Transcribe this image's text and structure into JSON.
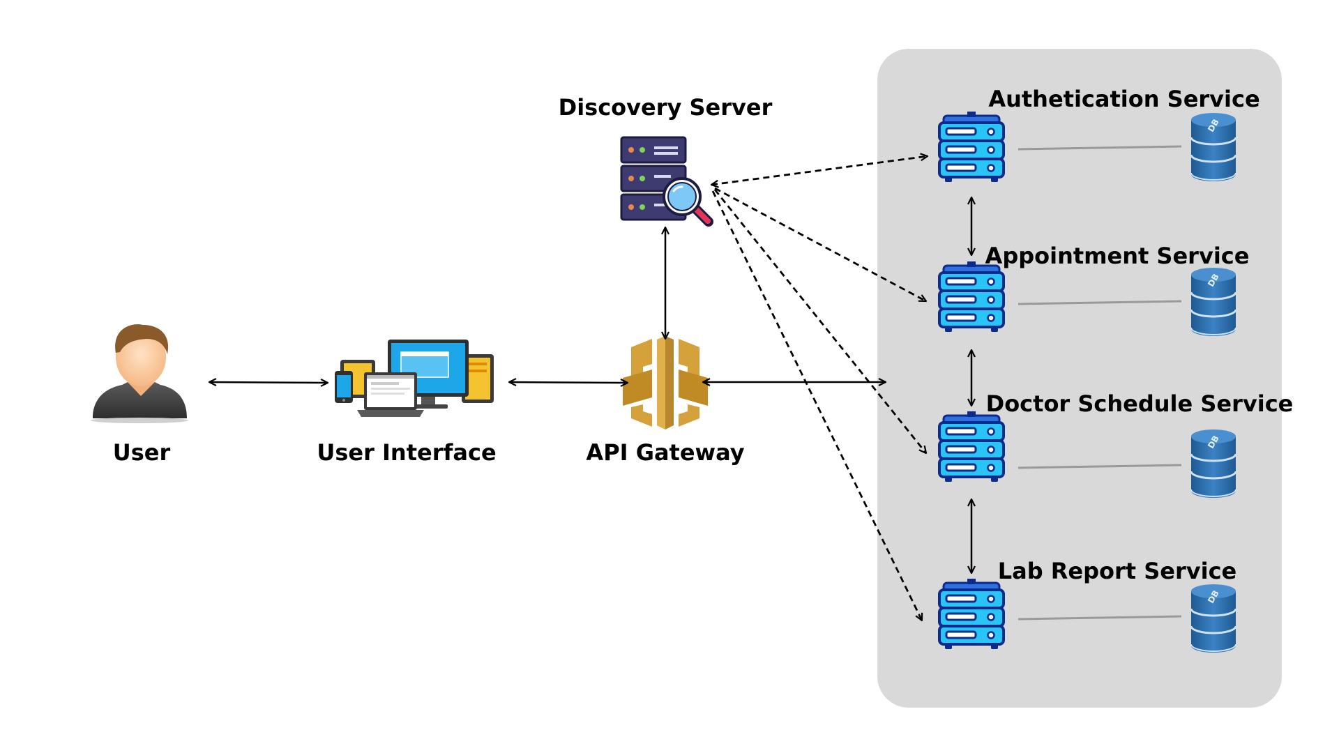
{
  "nodes": {
    "user": {
      "label": "User"
    },
    "user_interface": {
      "label": "User Interface"
    },
    "api_gateway": {
      "label": "API Gateway"
    },
    "discovery_server": {
      "label": "Discovery Server"
    }
  },
  "services": [
    {
      "label": "Authetication Service",
      "db_label": "DB"
    },
    {
      "label": "Appointment Service",
      "db_label": "DB"
    },
    {
      "label": "Doctor Schedule Service",
      "db_label": "DB"
    },
    {
      "label": "Lab Report Service",
      "db_label": "DB"
    }
  ],
  "colors": {
    "cluster_bg": "#d9d9d9",
    "server_fill": "#29c5f6",
    "server_top": "#2f6fe0",
    "server_outline": "#0b2c8a",
    "db_fill": "#2c6faa",
    "db_dark": "#1e4f80",
    "gateway_gold": "#d5a13a",
    "discovery_rack": "#3d3b6f",
    "discovery_lens": "#7ec8f8",
    "arrow": "#000000",
    "db_link": "#9a9a9a"
  }
}
